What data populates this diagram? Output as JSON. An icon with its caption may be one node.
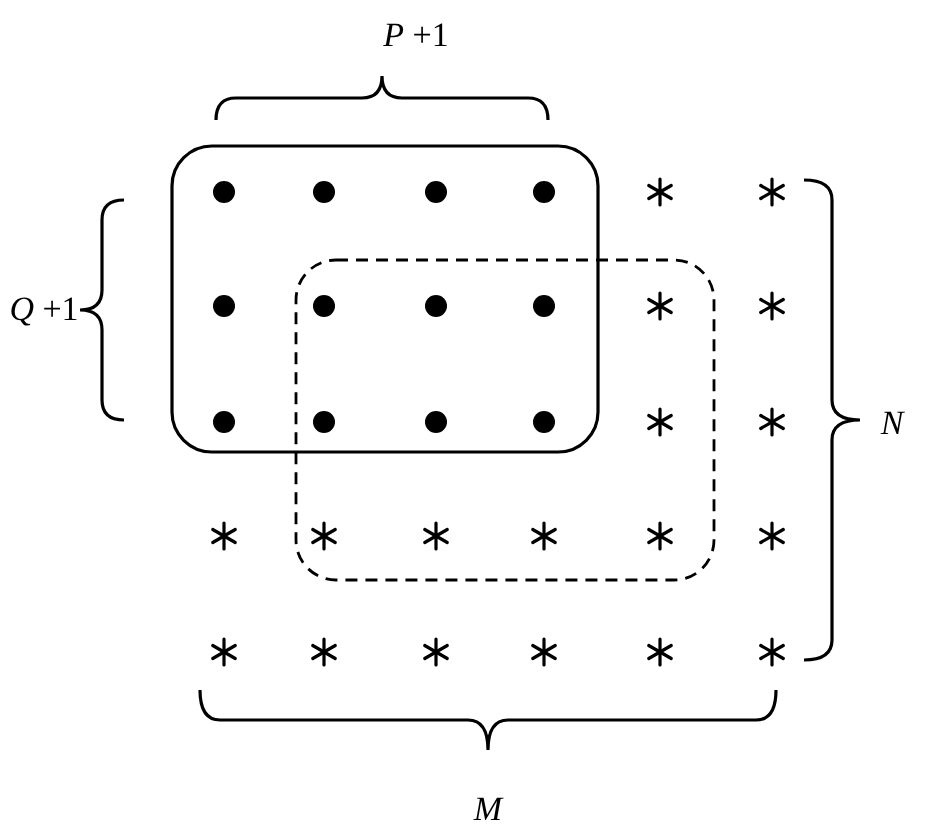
{
  "diagram": {
    "labels": [
      "*P* +1",
      "*Q* +1",
      "*N*",
      "*M*"
    ]
  }
}
